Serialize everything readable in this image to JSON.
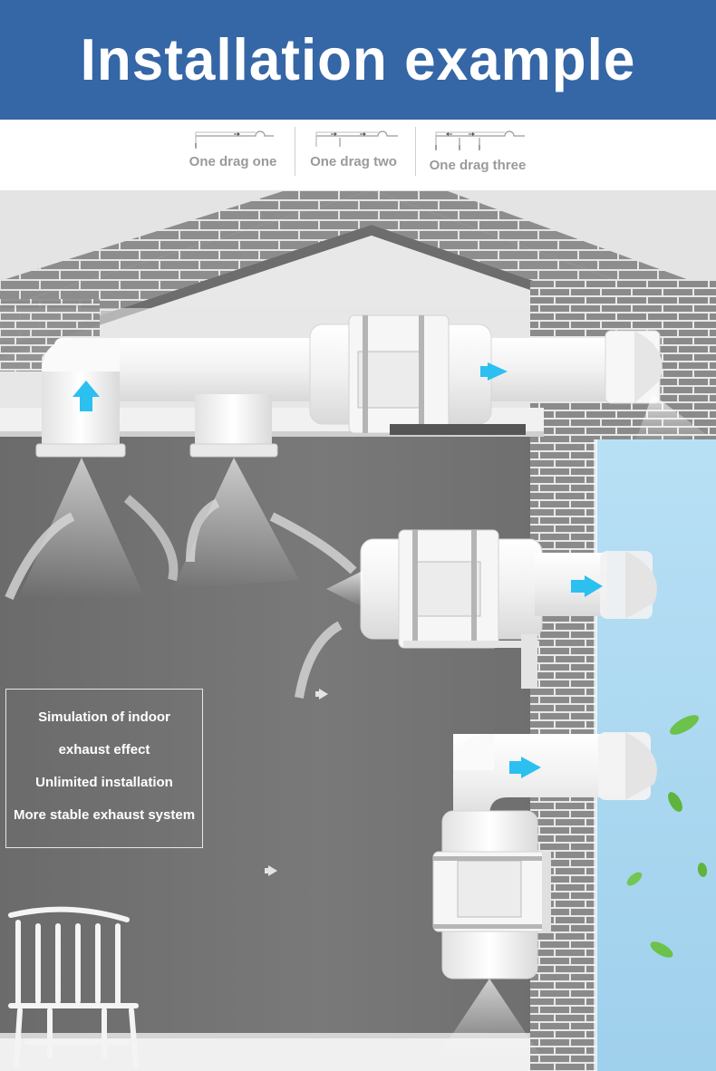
{
  "header": {
    "title": "Installation example"
  },
  "modes": [
    {
      "label": "One drag one"
    },
    {
      "label": "One drag two"
    },
    {
      "label": "One drag three"
    }
  ],
  "info_box": {
    "lines": [
      "Simulation of indoor",
      "exhaust effect",
      "Unlimited installation",
      "More stable exhaust system"
    ]
  },
  "colors": {
    "banner": "#3566a6",
    "brick": "#8a8a8a",
    "wall": "#7b7b7b",
    "sky": "#a9d7f0",
    "airflow_arrow": "#2bc0f0",
    "leaf": "#6cc24a"
  }
}
